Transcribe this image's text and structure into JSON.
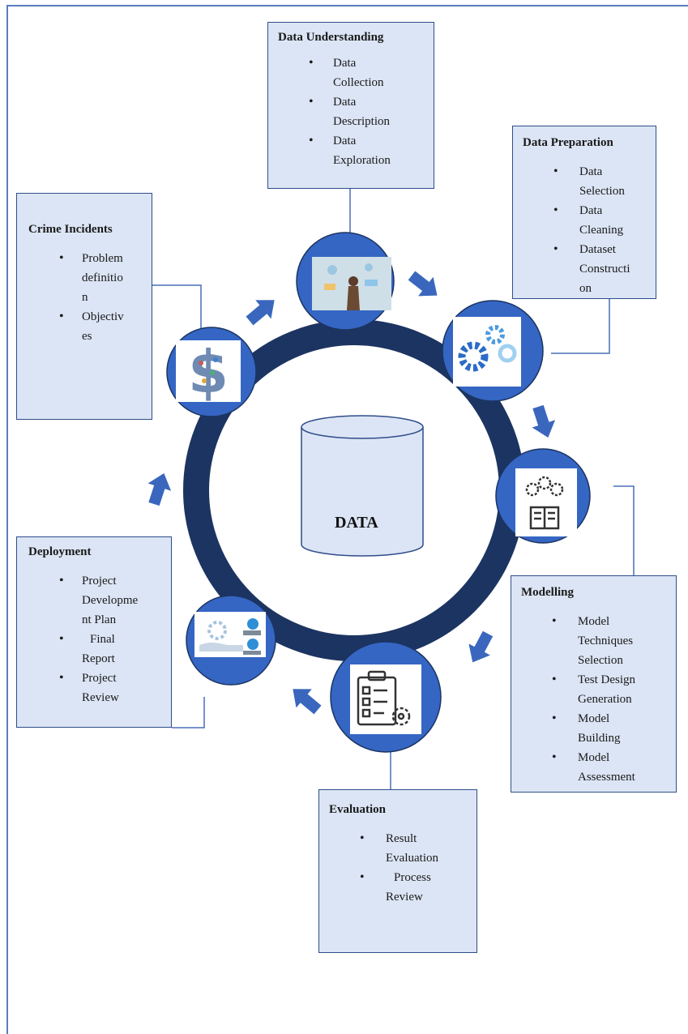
{
  "center": {
    "label": "DATA"
  },
  "boxes": {
    "data_understanding": {
      "title": "Data Understanding",
      "items": [
        [
          "Data",
          "Collection"
        ],
        [
          "Data",
          "Description"
        ],
        [
          "Data",
          "Exploration"
        ]
      ]
    },
    "data_preparation": {
      "title": "Data Preparation",
      "items": [
        [
          "Data",
          "Selection"
        ],
        [
          "Data",
          "Cleaning"
        ],
        [
          "Dataset",
          "Constructi",
          "on"
        ]
      ]
    },
    "crime_incidents": {
      "title": "Crime Incidents",
      "items": [
        [
          "Problem",
          "definitio",
          "n"
        ],
        [
          "Objectiv",
          "es"
        ]
      ]
    },
    "modelling": {
      "title": "Modelling",
      "items": [
        [
          "Model",
          "Techniques",
          "Selection"
        ],
        [
          "Test Design",
          "Generation"
        ],
        [
          "Model",
          "Building"
        ],
        [
          "Model",
          "Assessment"
        ]
      ]
    },
    "deployment": {
      "title": "Deployment",
      "items": [
        [
          "Project",
          "Developme",
          "nt Plan"
        ],
        [
          "Final",
          "Report"
        ],
        [
          "Project",
          "Review"
        ]
      ]
    },
    "evaluation": {
      "title": "Evaluation",
      "items": [
        [
          "Result",
          "Evaluation"
        ],
        [
          "Process",
          "Review"
        ]
      ]
    }
  },
  "stage_icons": [
    "dollar-sign-icon",
    "data-analyst-photo-icon",
    "gears-icon",
    "book-with-gears-icon",
    "checklist-gear-icon",
    "hands-with-globe-icon"
  ],
  "colors": {
    "ring": "#1c3461",
    "stage_circle": "#3566c4",
    "box_fill": "#dce5f5",
    "box_border": "#2f4d8a",
    "arrow": "#3a67bd",
    "connector": "#4a6fb8",
    "cylinder_fill": "#dce5f5"
  }
}
